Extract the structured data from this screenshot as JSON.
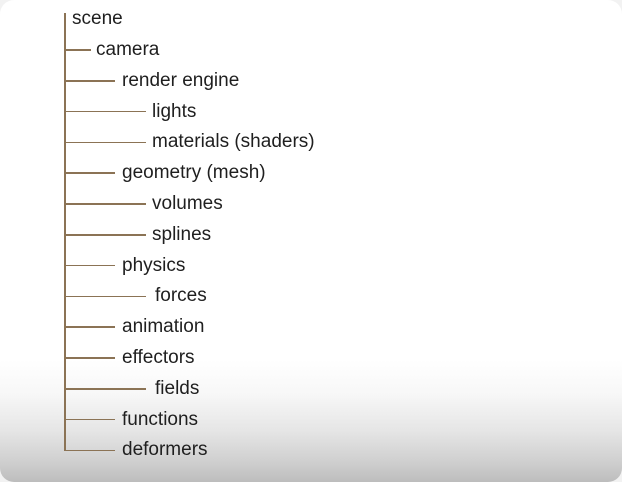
{
  "tree": {
    "root": "scene",
    "nodes": [
      {
        "label": "camera",
        "level": 1
      },
      {
        "label": "render engine",
        "level": 2
      },
      {
        "label": "lights",
        "level": 3
      },
      {
        "label": "materials (shaders)",
        "level": 3
      },
      {
        "label": "geometry (mesh)",
        "level": 2
      },
      {
        "label": "volumes",
        "level": 3
      },
      {
        "label": "splines",
        "level": 3
      },
      {
        "label": "physics",
        "level": 2
      },
      {
        "label": "forces",
        "level": 3
      },
      {
        "label": "animation",
        "level": 2
      },
      {
        "label": "effectors",
        "level": 2
      },
      {
        "label": "fields",
        "level": 3
      },
      {
        "label": "functions",
        "level": 2
      },
      {
        "label": "deformers",
        "level": 2
      }
    ]
  }
}
